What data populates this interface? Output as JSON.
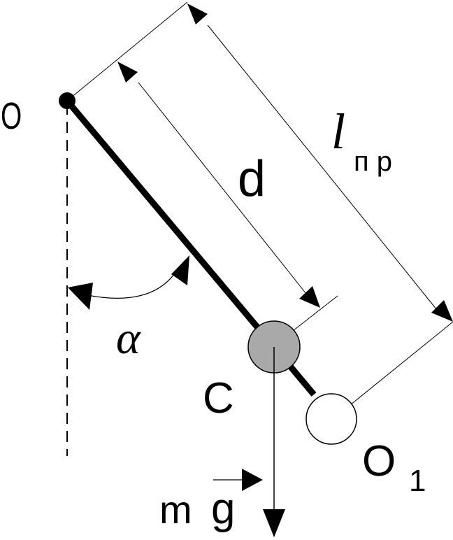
{
  "labels": {
    "pivot": "O",
    "length_symbol": "l",
    "length_subscript": "п р",
    "distance": "d",
    "angle": "α",
    "center_of_mass": "C",
    "reduced_point": "O",
    "reduced_point_subscript": "1",
    "weight_m": "m",
    "weight_g": "g"
  },
  "colors": {
    "ink": "#000000",
    "mass_fill": "#a9a9a9",
    "background": "#ffffff"
  }
}
